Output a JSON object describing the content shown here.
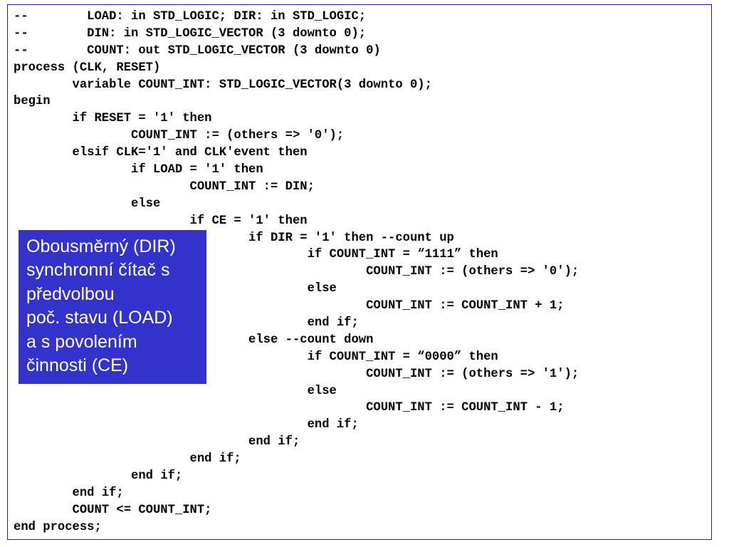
{
  "code_lines": [
    "--        LOAD: in STD_LOGIC; DIR: in STD_LOGIC;",
    "--        DIN: in STD_LOGIC_VECTOR (3 downto 0);",
    "--        COUNT: out STD_LOGIC_VECTOR (3 downto 0)",
    "process (CLK, RESET)",
    "        variable COUNT_INT: STD_LOGIC_VECTOR(3 downto 0);",
    "begin",
    "        if RESET = '1' then",
    "                COUNT_INT := (others => '0');",
    "        elsif CLK='1' and CLK'event then",
    "                if LOAD = '1' then",
    "                        COUNT_INT := DIN;",
    "                else",
    "                        if CE = '1' then",
    "                                if DIR = '1' then --count up",
    "                                        if COUNT_INT = “1111” then",
    "                                                COUNT_INT := (others => '0');",
    "                                        else",
    "                                                COUNT_INT := COUNT_INT + 1;",
    "                                        end if;",
    "                                else --count down",
    "                                        if COUNT_INT = “0000” then",
    "                                                COUNT_INT := (others => '1');",
    "                                        else",
    "                                                COUNT_INT := COUNT_INT - 1;",
    "                                        end if;",
    "                                end if;",
    "                        end if;",
    "                end if;",
    "        end if;",
    "        COUNT <= COUNT_INT;",
    "end process;"
  ],
  "note": {
    "lines": [
      "Obousměrný (DIR)",
      "synchronní čítač s",
      "předvolbou",
      "poč. stavu (LOAD)",
      "a s povolením",
      "činnosti (CE)"
    ],
    "background_color": "#3333cc",
    "text_color": "#ffffff"
  },
  "frame_border_color": "#1f1f9a"
}
